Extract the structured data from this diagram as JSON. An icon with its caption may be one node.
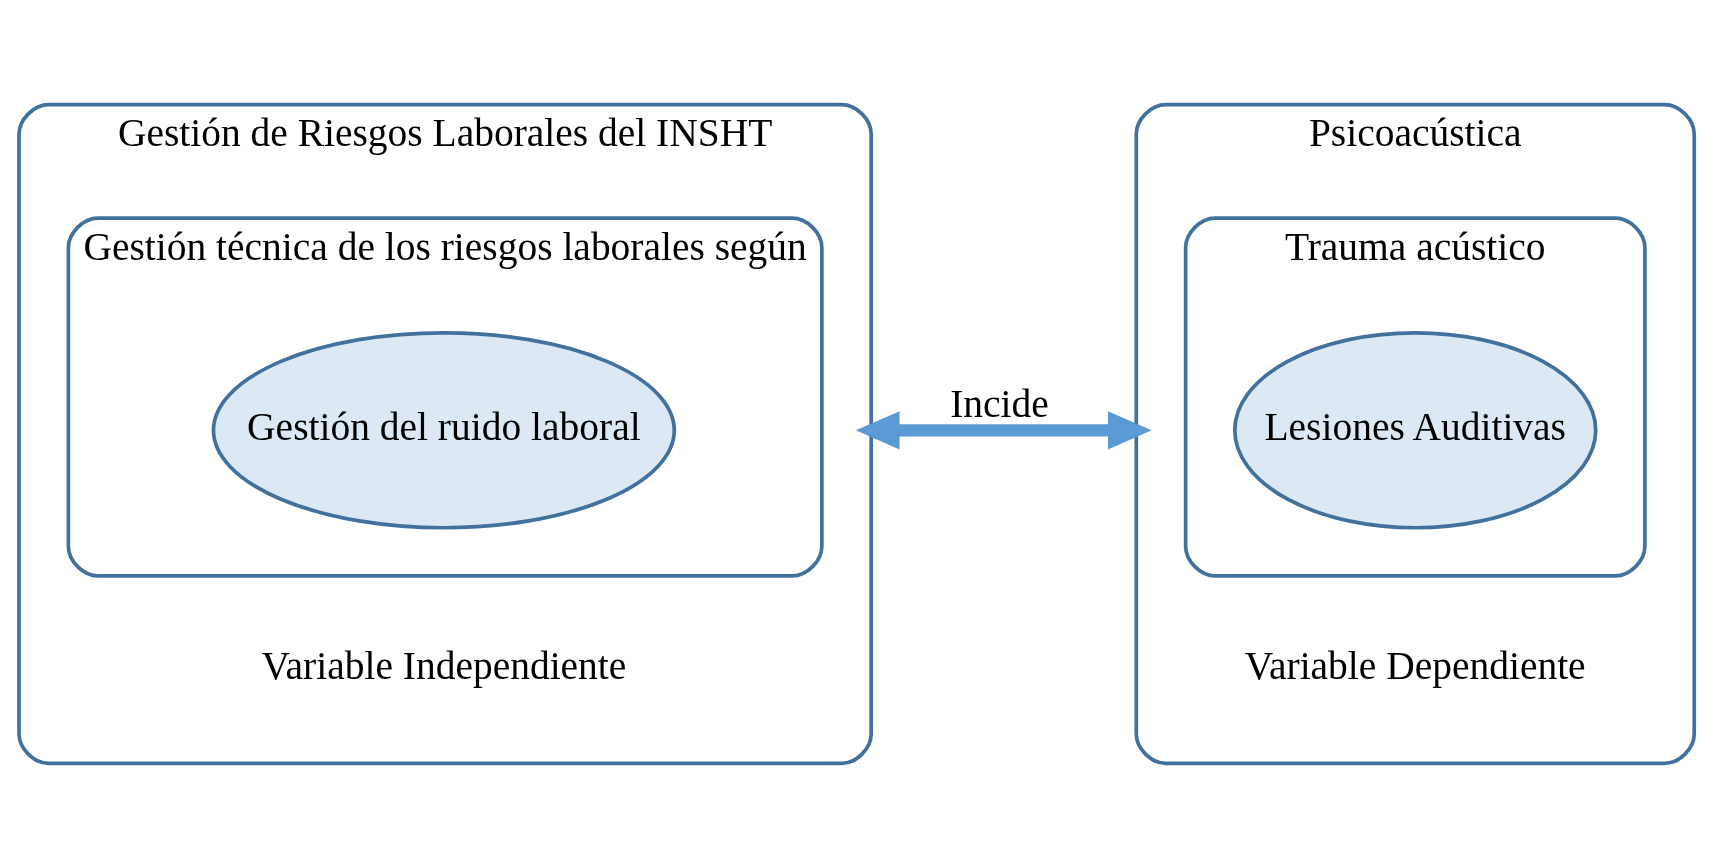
{
  "diagram": {
    "nodes": [
      {
        "text": [
          "Gestión de Riesgos Laborales del INSHT"
        ],
        "beside": [
          "Variable Independiente"
        ]
      },
      {
        "text": [
          "Gestión técnica de los riesgos laborales según"
        ],
        "in": 0
      },
      {
        "text": [
          "Gestión del ruido laboral"
        ],
        "in": 1
      },
      {
        "text": [
          "Psicoacústica"
        ],
        "beside": [
          "Variable Dependiente"
        ]
      },
      {
        "text": [
          "Trauma acústico"
        ],
        "in": 3
      },
      {
        "text": [
          "Lesiones Auditivas"
        ],
        "in": 4
      }
    ],
    "edges": [
      {
        "from": 0,
        "to": 3,
        "arrow": "both",
        "label": "Incide",
        "color": "#5b9bd5"
      }
    ]
  }
}
